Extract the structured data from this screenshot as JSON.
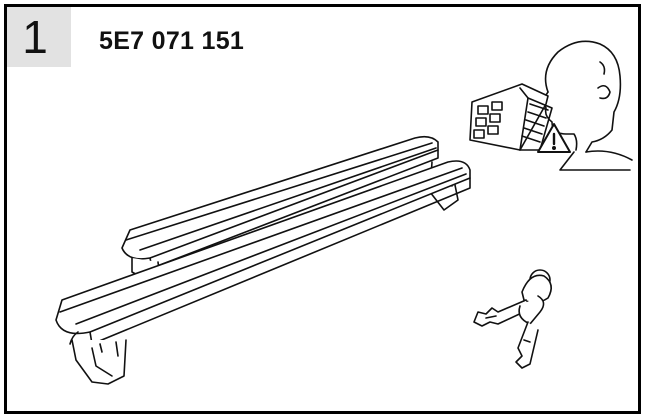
{
  "step": {
    "number": "1"
  },
  "part": {
    "number": "5E7 071 151"
  },
  "icons": {
    "manual": "read-manual-icon",
    "warning": "warning-triangle-icon",
    "keys": "keys-icon",
    "crossbars": "roof-crossbars-illustration"
  },
  "colors": {
    "line": "#111111",
    "step_background": "#e2e2e2",
    "frame": "#000000"
  }
}
